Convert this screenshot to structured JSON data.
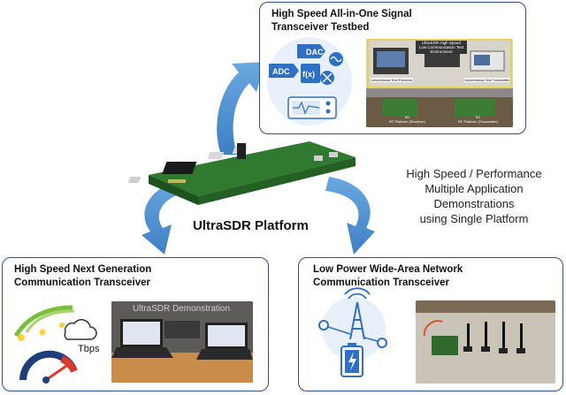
{
  "top_panel": {
    "title": "High Speed All-in-One Signal\nTransceiver Testbed",
    "blocks": [
      "DAC",
      "ADC",
      "f(x)"
    ],
    "photo_caption_top": "UltraSDR High Speed\nLow Communication Test Environment",
    "photo_label_left": "Conventional Test Receiver",
    "photo_label_right": "Conventional Test Transmitter",
    "photo_label_bottom_left": "5G\nRF Platform (Receiver)",
    "photo_label_bottom_right": "5G\nRF Platform (Transmitter)"
  },
  "center": {
    "platform_label": "UltraSDR Platform",
    "side_note": "High Speed / Performance\nMultiple Application\nDemonstrations\nusing Single Platform"
  },
  "left_panel": {
    "title": "High Speed Next Generation\nCommunication Transceiver",
    "speed_label": "Tbps",
    "photo_caption": "UltraSDR Demonstration"
  },
  "right_panel": {
    "title": "Low Power Wide-Area Network\nCommunication Transceiver"
  },
  "colors": {
    "panel_border": "#2e4f8c",
    "arrow": "#5b9bd5",
    "board": "#3f8a3a",
    "icon_blue": "#2f6fc4"
  }
}
